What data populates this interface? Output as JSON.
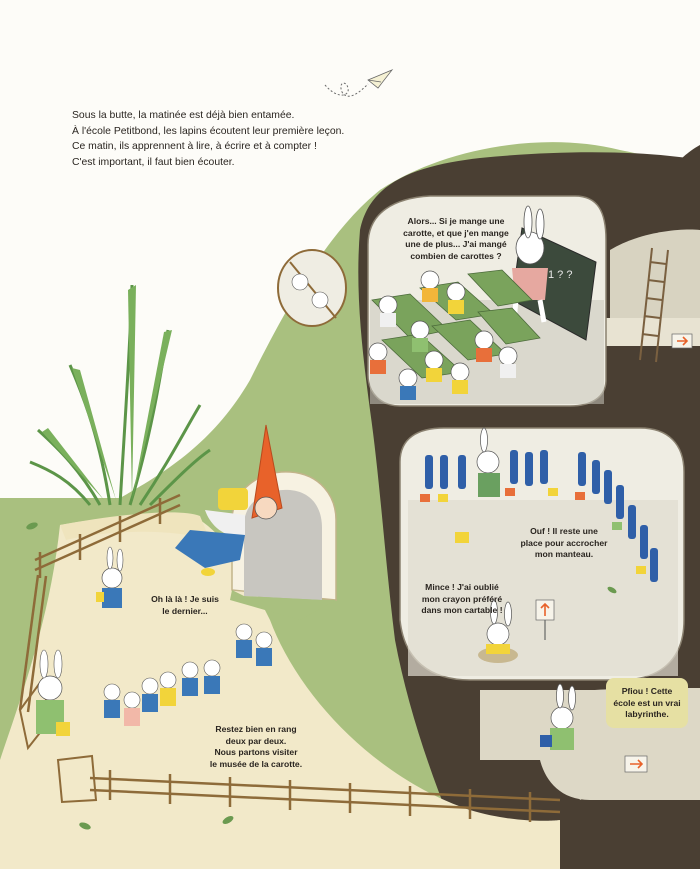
{
  "narration": {
    "lines": [
      "Sous la butte, la matinée est déjà bien entamée.",
      "À l'école Petitbond, les lapins écoutent leur première leçon.",
      "Ce matin, ils apprennent à lire, à écrire et à compter !",
      "C'est important, il faut bien écouter."
    ]
  },
  "speech": {
    "teacher": [
      "Alors... Si je mange une",
      "carotte, et que j'en mange",
      "une de plus... J'ai mangé",
      "combien de carottes ?"
    ],
    "coat": [
      "Ouf ! Il reste une",
      "place pour accrocher",
      "mon manteau."
    ],
    "pencil": [
      "Mince ! J'ai oublié",
      "mon crayon préféré",
      "dans mon cartable !"
    ],
    "last_bunny": [
      "Oh là là ! Je suis",
      "le dernier..."
    ],
    "teacher_line": [
      "Restez bien en rang",
      "deux par deux.",
      "Nous partons visiter",
      "le musée de la carotte."
    ],
    "maze": [
      "Pfiou ! Cette",
      "école est un vrai",
      "labyrinthe."
    ]
  },
  "colors": {
    "grass": "#a9c07f",
    "earth": "#4a3f33",
    "path": "#f2e9c9",
    "room": "#efede3",
    "fence": "#8e6b39",
    "hat": "#e8622a",
    "bubble_bg": "#e6e0a3"
  },
  "icons": [
    "paper-plane-icon",
    "arrow-right-sign-icon",
    "arrow-up-sign-icon",
    "ladder-icon",
    "chalkboard-icon"
  ]
}
